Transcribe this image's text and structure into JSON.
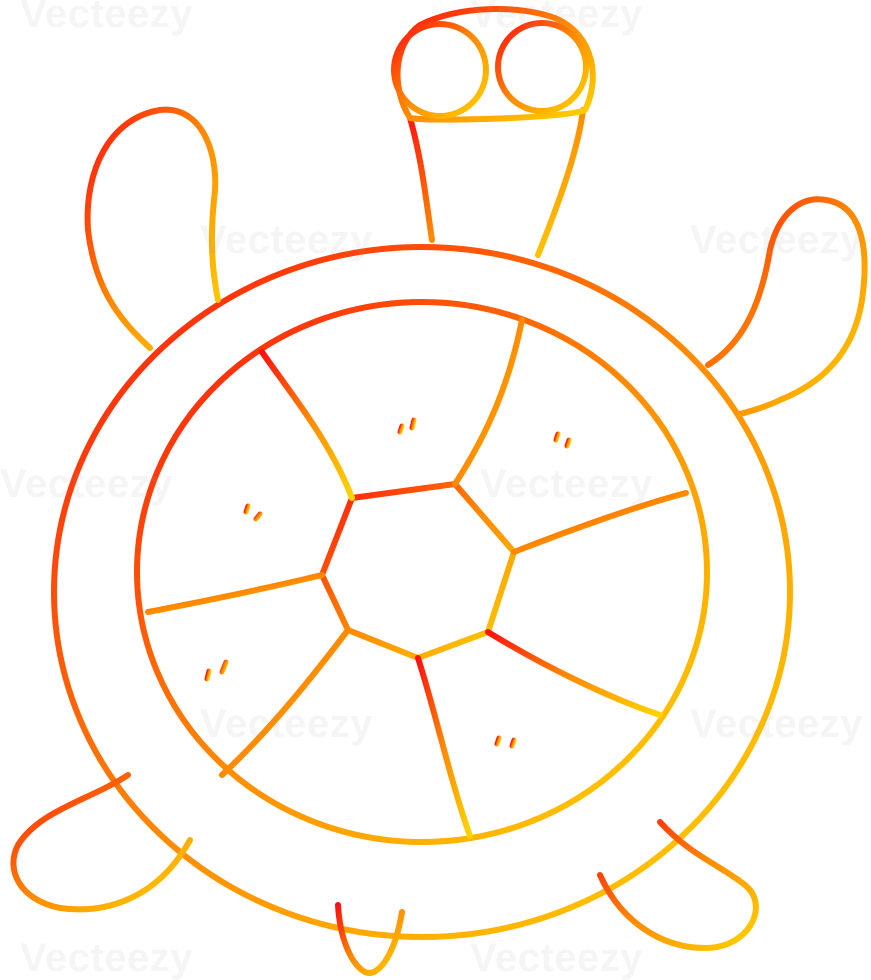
{
  "image": {
    "subject": "turtle",
    "line_gradient": {
      "start": "#ff1010",
      "mid": "#ff8a00",
      "end": "#ffd400"
    },
    "background": "#ffffff"
  },
  "watermark": {
    "brand": "Vecteezy",
    "text": "Vecteezy"
  }
}
